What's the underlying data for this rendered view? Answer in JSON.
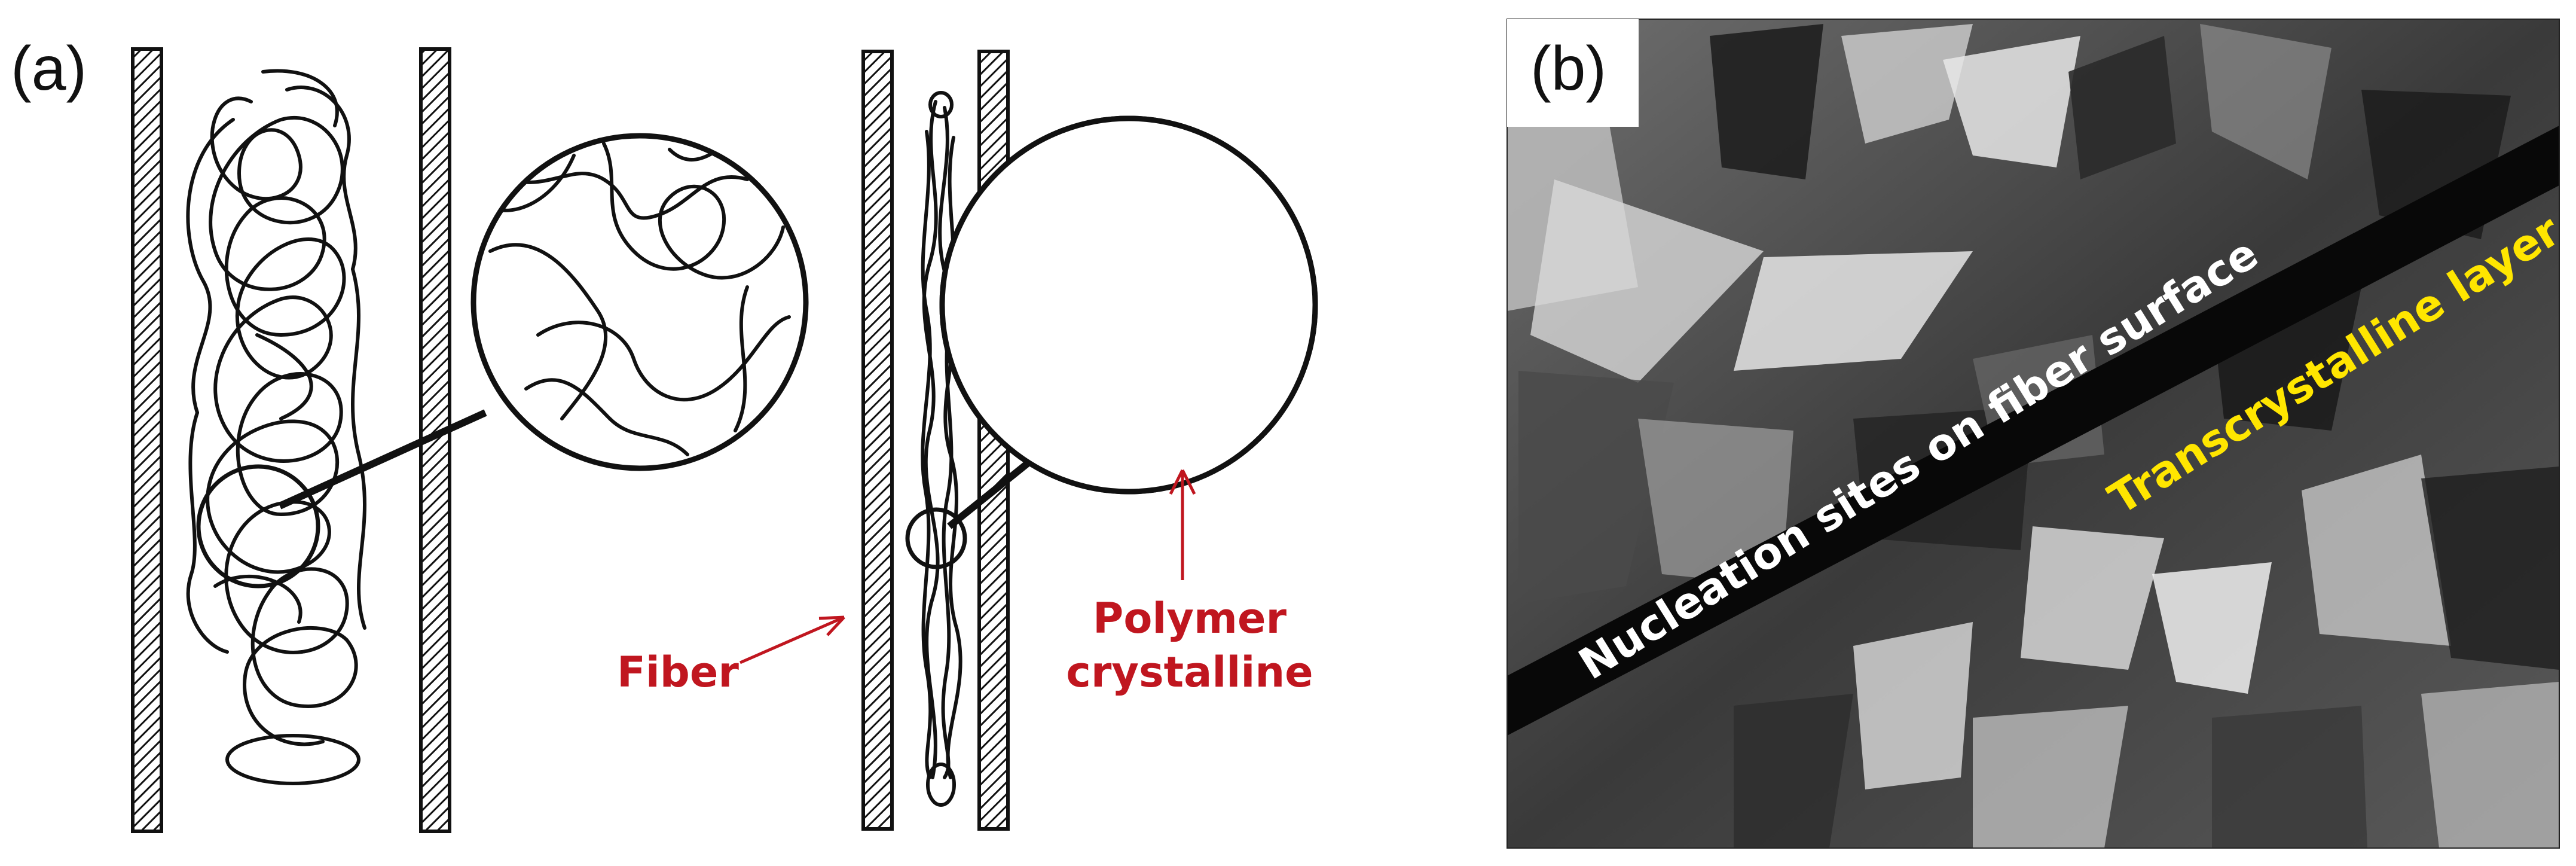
{
  "panels": {
    "a": {
      "label": "(a)",
      "fiber_label": "Fiber",
      "crystal_label_line1": "Polymer",
      "crystal_label_line2": "crystalline"
    },
    "b": {
      "label": "(b)",
      "nucleation_label": "Nucleation sites on fiber surface",
      "layer_label": "Transcrystalline layer"
    }
  },
  "colors": {
    "annotation_red": "#c0161f",
    "annotation_yellow": "#ffe600",
    "annotation_white": "#ffffff",
    "line_black": "#111111"
  }
}
